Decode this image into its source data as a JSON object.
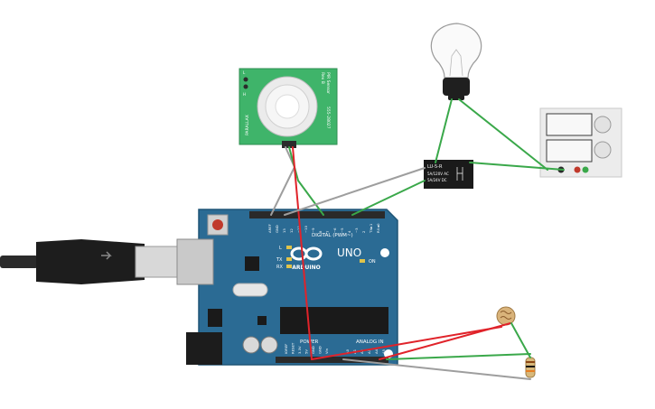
{
  "arduino": {
    "logo_text": "ARDUINO",
    "model": "UNO",
    "digital_label": "DIGITAL (PWM~)",
    "power_label": "POWER",
    "analog_label": "ANALOG IN",
    "on_label": "ON",
    "led_l": "L",
    "led_tx": "TX",
    "led_rx": "RX",
    "digital_pins": [
      "AREF",
      "GND",
      "13",
      "12",
      "~11",
      "~10",
      "~9",
      "8",
      "7",
      "~6",
      "~5",
      "4",
      "~3",
      "2",
      "TX►1",
      "RX◄0"
    ],
    "power_pins": [
      "IOREF",
      "RESET",
      "3.3V",
      "5V",
      "GND",
      "GND",
      "Vin"
    ],
    "analog_pins": [
      "A0",
      "A1",
      "A2",
      "A3",
      "A4",
      "A5"
    ]
  },
  "pir_sensor": {
    "left_text": "PARALLAX",
    "right_text_1": "PIR Sensor",
    "right_text_2": "Rev B",
    "part_no": "555-28027",
    "pin_labels": [
      "L",
      "H"
    ]
  },
  "relay": {
    "title": "LU-5-R",
    "line1": "5A/120V AC",
    "line2": "5A/24V DC"
  },
  "colors": {
    "board": "#2b6b94",
    "board_edge": "#1f5576",
    "pir_board": "#3fb46a",
    "wire_red": "#e0232a",
    "wire_green": "#3aa84a",
    "wire_gray": "#9e9e9e",
    "header": "#2a2a2a"
  }
}
